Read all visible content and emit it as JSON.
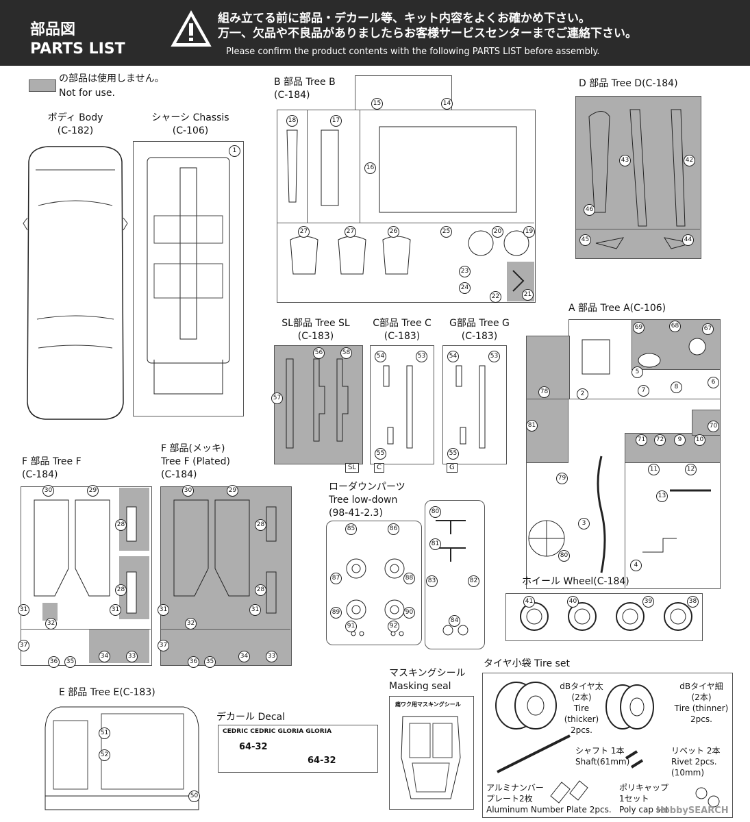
{
  "header": {
    "title_line1": "部品図",
    "title_line2": "PARTS LIST",
    "warning_jp_line1": "組み立てる前に部品・デカール等、キット内容をよくお確かめ下さい。",
    "warning_jp_line2": "万一、欠品や不良品がありましたらお客様サービスセンターまでご連絡下さい。",
    "warning_en": "Please confirm the product contents with the following PARTS LIST before assembly."
  },
  "legend": {
    "jp": "の部品は使用しません。",
    "en": "Not for use."
  },
  "groups": {
    "body": {
      "name": "ボディ Body",
      "code": "(C-182)"
    },
    "chassis": {
      "name": "シャーシ Chassis",
      "code": "(C-106)"
    },
    "tree_b": {
      "name": "B 部品 Tree B",
      "code": "(C-184)"
    },
    "tree_d": {
      "name": "D 部品 Tree D(C-184)"
    },
    "tree_a": {
      "name": "A 部品 Tree A(C-106)"
    },
    "tree_sl": {
      "name": "SL部品 Tree SL",
      "code": "(C-183)",
      "tag": "SL"
    },
    "tree_c": {
      "name": "C部品 Tree C",
      "code": "(C-183)",
      "tag": "C"
    },
    "tree_g": {
      "name": "G部品 Tree G",
      "code": "(C-183)",
      "tag": "G"
    },
    "tree_f": {
      "name": "F 部品 Tree F",
      "code": "(C-184)"
    },
    "tree_f_plated": {
      "name_line1": "F 部品(メッキ)",
      "name_line2": "Tree F (Plated)",
      "code": "(C-184)"
    },
    "lowdown": {
      "name_line1": "ローダウンパーツ",
      "name_line2": "Tree low-down",
      "code": "(98-41-2.3)"
    },
    "wheel": {
      "name": "ホイール Wheel(C-184)"
    },
    "tree_e": {
      "name": "E 部品 Tree E(C-183)"
    },
    "decal": {
      "name": "デカール Decal"
    },
    "masking": {
      "name_line1": "マスキングシール",
      "name_line2": "Masking seal"
    },
    "tire_set": {
      "name": "タイヤ小袋 Tire set",
      "thick": [
        "dBタイヤ太",
        "(2本)",
        "Tire (thicker)",
        "2pcs."
      ],
      "thin": [
        "dBタイヤ細",
        "(2本)",
        "Tire (thinner)",
        "2pcs."
      ],
      "shaft": [
        "シャフト 1本",
        "Shaft(61mm)"
      ],
      "rivet": [
        "リベット 2本",
        "Rivet 2pcs.",
        "(10mm)"
      ],
      "plate": [
        "アルミナンバー",
        "プレート2枚",
        "Aluminum Number Plate 2pcs."
      ],
      "polycap": [
        "ポリキャップ",
        "1セット",
        "Poly cap set"
      ]
    }
  },
  "numbers": {
    "chassis": [
      "1"
    ],
    "tree_b": [
      "15",
      "14",
      "18",
      "17",
      "16",
      "27",
      "27",
      "26",
      "25",
      "20",
      "19",
      "23",
      "24",
      "22",
      "21"
    ],
    "tree_d": [
      "43",
      "42",
      "46",
      "45",
      "44"
    ],
    "tree_a": [
      "69",
      "68",
      "67",
      "78",
      "2",
      "5",
      "7",
      "8",
      "6",
      "70",
      "81",
      "71",
      "72",
      "9",
      "10",
      "11",
      "12",
      "13",
      "79",
      "3",
      "80",
      "4"
    ],
    "tree_sl": [
      "56",
      "58",
      "57"
    ],
    "tree_c": [
      "54",
      "53",
      "55"
    ],
    "tree_g": [
      "54",
      "53",
      "55"
    ],
    "tree_f": [
      "30",
      "29",
      "28",
      "28",
      "31",
      "31",
      "32",
      "37",
      "36",
      "35",
      "34",
      "33"
    ],
    "tree_fp": [
      "30",
      "29",
      "28",
      "28",
      "31",
      "31",
      "32",
      "37",
      "36",
      "35",
      "34",
      "33"
    ],
    "lowdown_left": [
      "85",
      "86",
      "87",
      "88",
      "89",
      "90",
      "91",
      "92"
    ],
    "lowdown_right": [
      "80",
      "81",
      "83",
      "82",
      "84"
    ],
    "wheel": [
      "41",
      "40",
      "39",
      "38"
    ],
    "tree_e": [
      "51",
      "52",
      "50"
    ]
  },
  "decal": {
    "brands": [
      "CEDRIC",
      "CEDRIC",
      "GLORIA",
      "GLORIA"
    ],
    "plate_top": "64-32",
    "plate_bottom": "64-32"
  },
  "masking": {
    "title": "痛ワク用マスキングシール"
  },
  "watermark": "HobbySEARCH",
  "colors": {
    "header_bg": "#2b2b2b",
    "not_for_use": "#aeaeae"
  }
}
